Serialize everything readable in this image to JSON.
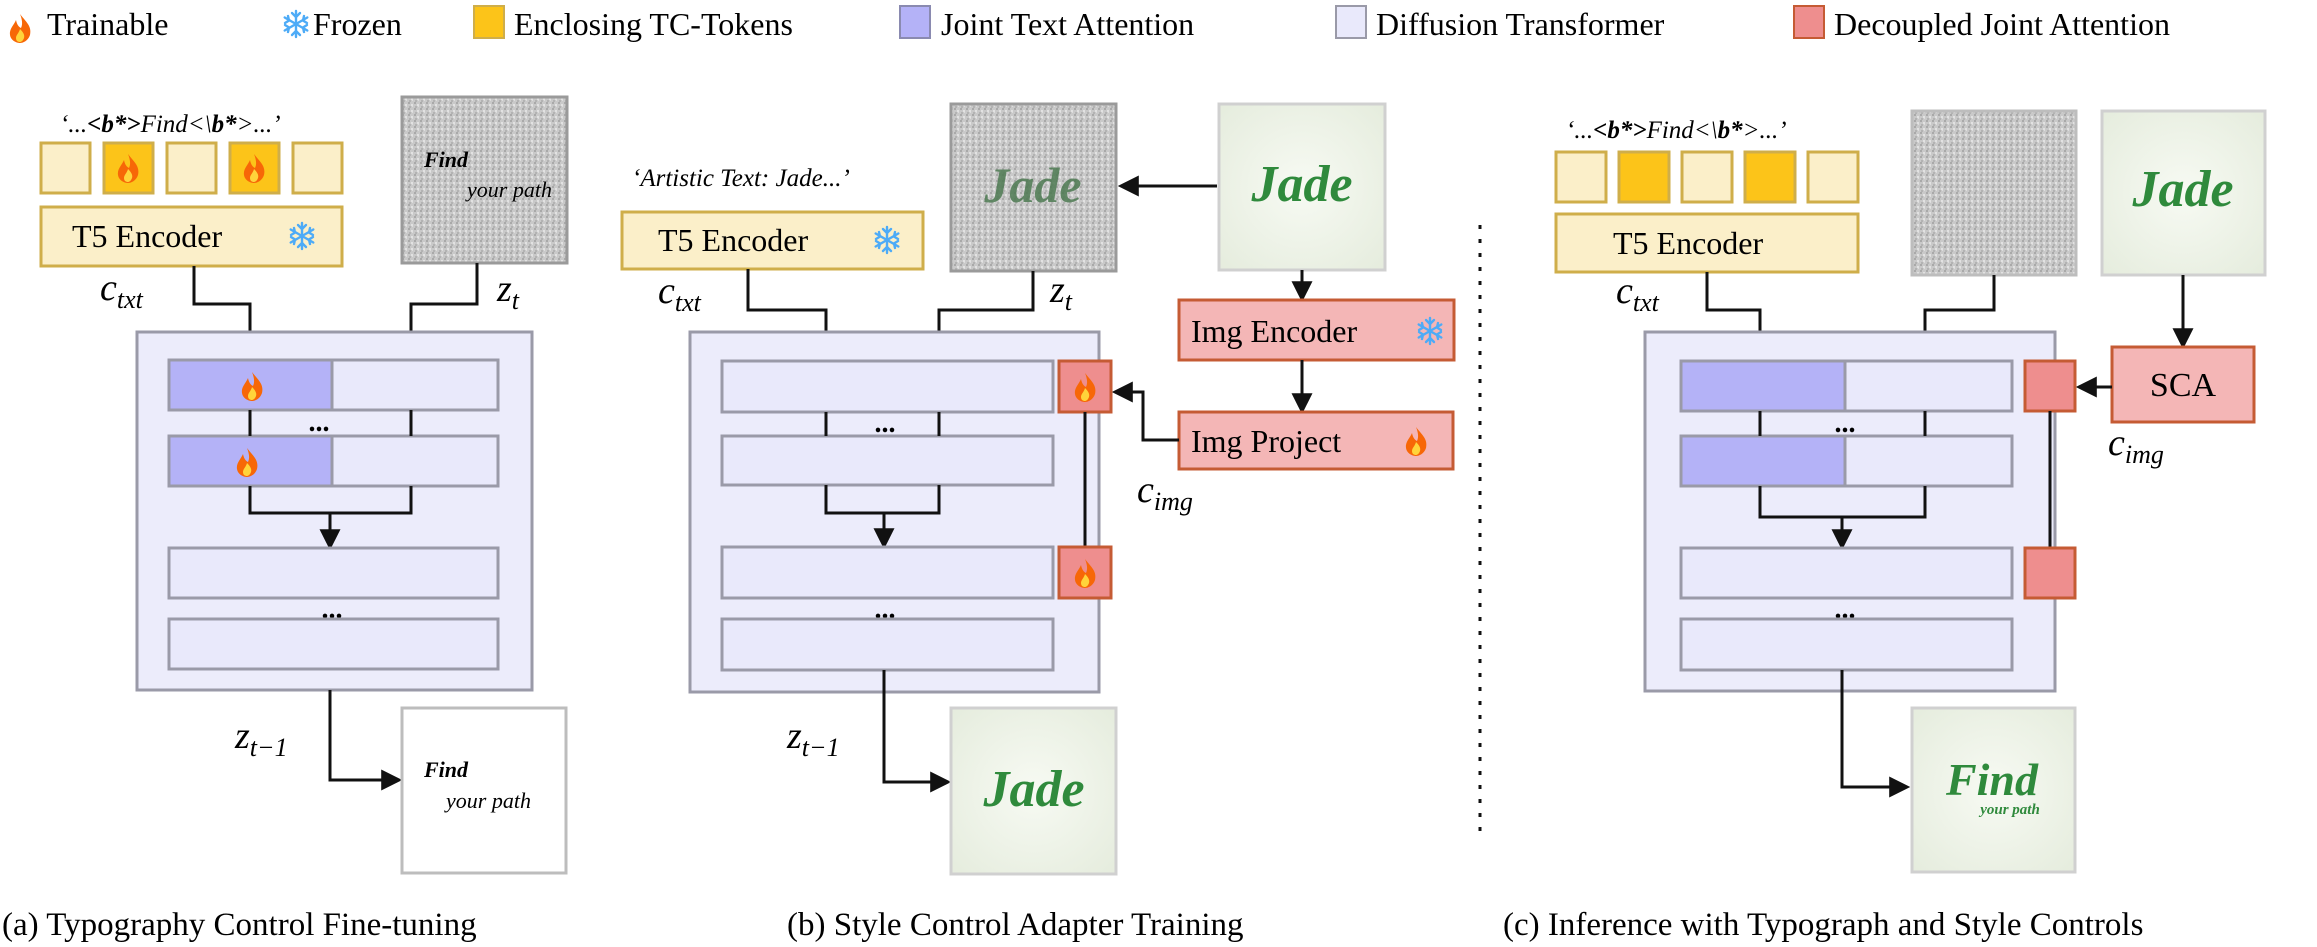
{
  "colors": {
    "tc_token": "#fcc419",
    "joint_text_attention": "#b4b2f7",
    "diffusion_transformer": "#e9e9fb",
    "decoupled_joint_attention": "#ee8e8e",
    "encoder_fill": "#fbefc9",
    "encoder_stroke": "#cfae4a",
    "img_block_fill": "#f4b6b6",
    "img_block_stroke": "#c55b34",
    "panel_stroke": "#9a9aa8",
    "jade_green": "#2f8a3c"
  },
  "icons": {
    "trainable": "fire-icon",
    "frozen": "snowflake-icon"
  },
  "legend": {
    "trainable": "Trainable",
    "frozen": "Frozen",
    "tc_tokens": "Enclosing TC-Tokens",
    "joint_text_attention": "Joint Text Attention",
    "diffusion_transformer": "Diffusion Transformer",
    "decoupled_joint_attention": "Decoupled Joint Attention"
  },
  "panel_a": {
    "prompt_prefix": "‘...",
    "prompt_open_tag": "<b*>",
    "prompt_word": "Find",
    "prompt_close_open": "<\\",
    "prompt_close_b": "b*",
    "prompt_close_end": ">",
    "prompt_suffix": "...’",
    "encoder": "T5 Encoder",
    "c_txt": "txt",
    "c": "c",
    "z": "z",
    "t": "t",
    "t_minus_1": "t−1",
    "noise_text_1": "Find",
    "noise_text_2": "your path",
    "output_text_1": "Find",
    "output_text_2": "your path",
    "dots": "...",
    "caption": "(a) Typography Control Fine-tuning"
  },
  "panel_b": {
    "prompt": "‘Artistic Text: Jade...’",
    "encoder": "T5 Encoder",
    "c": "c",
    "c_txt": "txt",
    "z": "z",
    "t": "t",
    "t_minus_1": "t−1",
    "noisy_word": "Jade",
    "ref_word": "Jade",
    "output_word": "Jade",
    "img_encoder": "Img Encoder",
    "img_project": "Img Project",
    "c_img": "img",
    "dots": "...",
    "caption": "(b) Style Control Adapter Training"
  },
  "panel_c": {
    "prompt_prefix": "‘...",
    "prompt_open_tag": "<b*>",
    "prompt_word": "Find",
    "prompt_close_open": "<\\",
    "prompt_close_b": "b*",
    "prompt_close_end": ">",
    "prompt_suffix": "...’",
    "encoder": "T5 Encoder",
    "c": "c",
    "c_txt": "txt",
    "ref_word": "Jade",
    "sca": "SCA",
    "c_img": "img",
    "output_word": "Find",
    "output_word_2": "your path",
    "dots": "...",
    "caption": "(c) Inference with Typograph and Style Controls"
  }
}
